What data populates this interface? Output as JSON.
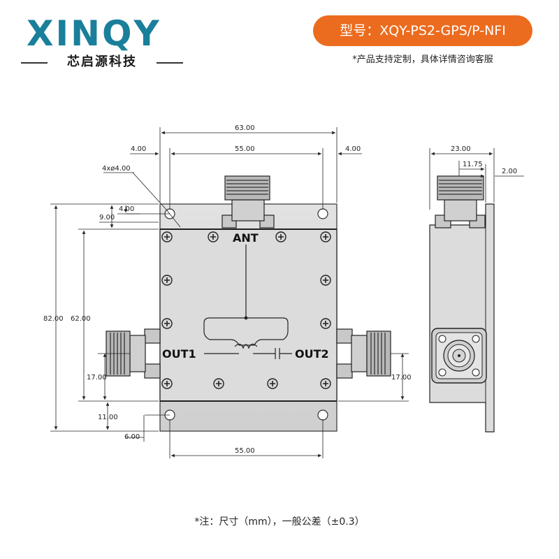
{
  "brand": {
    "logo_text": "XINQY",
    "company_name": "芯启源科技"
  },
  "model": {
    "text": "型号：XQY-PS2-GPS/P-NFI"
  },
  "custom_note": "*产品支持定制，具体详情咨询客服",
  "footer_note": "*注：尺寸（mm），一般公差（±0.3）",
  "ports": {
    "ant": "ANT",
    "out1": "OUT1",
    "out2": "OUT2"
  },
  "dimensions": {
    "total_width": "63.00",
    "hole_spacing_top": "55.00",
    "left_margin": "4.00",
    "right_margin": "4.00",
    "holes": "4xø4.00",
    "hole_offset_y": "4.00",
    "flange_height": "9.00",
    "total_height": "82.00",
    "body_height": "62.00",
    "out1_height": "17.00",
    "bottom_flange": "11.00",
    "bottom_hole_x": "6.00",
    "hole_spacing_bottom": "55.00",
    "out2_height": "17.00",
    "side_depth": "23.00",
    "side_connector": "11.75",
    "side_plate": "2.00"
  }
}
